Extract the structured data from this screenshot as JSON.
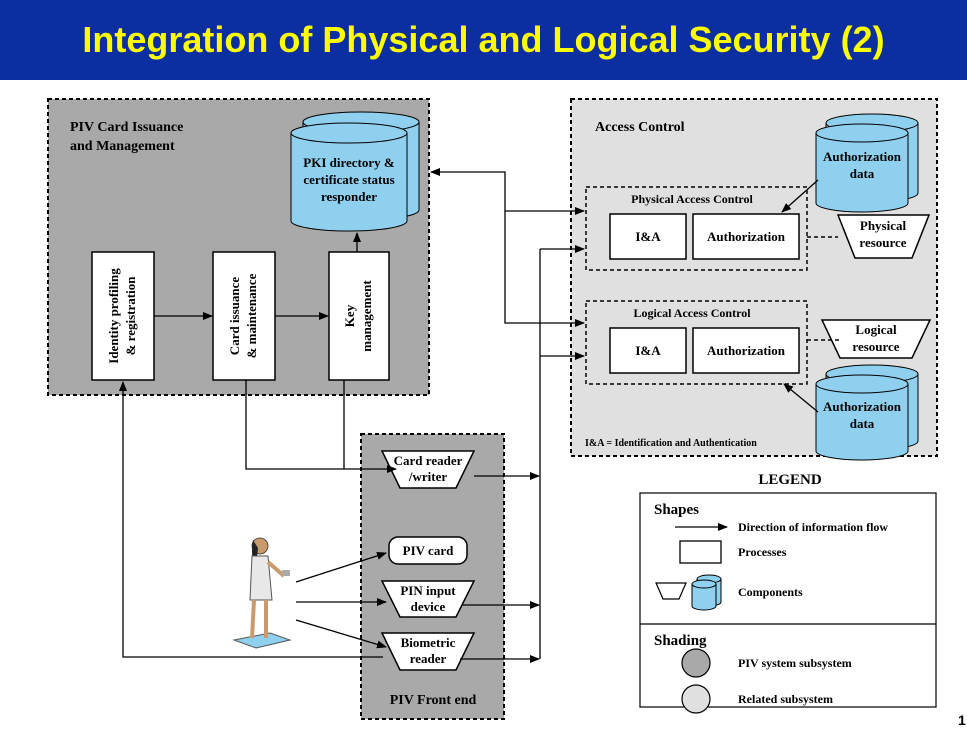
{
  "slide": {
    "title": "Integration of Physical and Logical Security (2)",
    "page_number": "1"
  },
  "piv_mgmt": {
    "title_line1": "PIV Card Issuance",
    "title_line2": "and Management",
    "pki_line1": "PKI directory &",
    "pki_line2": "certificate status",
    "pki_line3": "responder",
    "identity_line1": "Identity profiling",
    "identity_line2": "& registration",
    "card_issuance_line1": "Card issuance",
    "card_issuance_line2": "& maintenance",
    "key_line1": "Key",
    "key_line2": "management"
  },
  "access_control": {
    "title": "Access Control",
    "auth_data_top_line1": "Authorization",
    "auth_data_top_line2": "data",
    "physical_title": "Physical Access Control",
    "physical_ia": "I&A",
    "physical_authorization": "Authorization",
    "physical_resource_line1": "Physical",
    "physical_resource_line2": "resource",
    "logical_title": "Logical Access Control",
    "logical_ia": "I&A",
    "logical_authorization": "Authorization",
    "logical_resource_line1": "Logical",
    "logical_resource_line2": "resource",
    "auth_data_bottom_line1": "Authorization",
    "auth_data_bottom_line2": "data",
    "footnote": "I&A = Identification and Authentication"
  },
  "front_end": {
    "title": "PIV Front end",
    "card_reader_line1": "Card reader",
    "card_reader_line2": "/writer",
    "piv_card": "PIV card",
    "pin_line1": "PIN input",
    "pin_line2": "device",
    "biometric_line1": "Biometric",
    "biometric_line2": "reader"
  },
  "legend": {
    "title": "LEGEND",
    "shapes_heading": "Shapes",
    "flow_label": "Direction of information flow",
    "processes_label": "Processes",
    "components_label": "Components",
    "shading_heading": "Shading",
    "piv_subsystem_label": "PIV system subsystem",
    "related_subsystem_label": "Related subsystem"
  },
  "colors": {
    "title_bg": "#0b2fa0",
    "title_text": "#ffff00",
    "piv_shading": "#a9a9a9",
    "related_shading": "#e0e0e0",
    "cylinder_fill": "#8fd0ef"
  }
}
